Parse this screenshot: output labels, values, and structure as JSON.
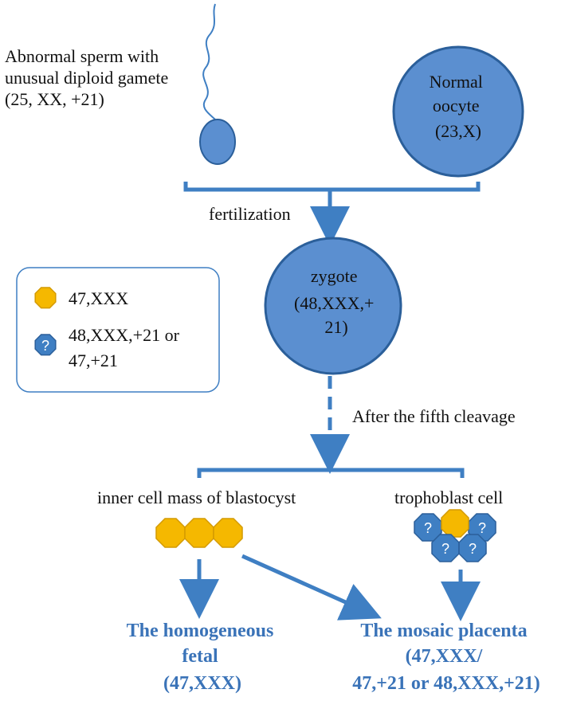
{
  "sperm": {
    "label_lines": [
      "Abnormal sperm  with",
      "unusual diploid gamete",
      "(25, XX, +21)"
    ]
  },
  "oocyte": {
    "label_lines": [
      "Normal",
      "oocyte",
      "(23,X)"
    ]
  },
  "fertilization_label": "fertilization",
  "zygote": {
    "label_lines": [
      "zygote",
      "(48,XXX,+",
      "21)"
    ]
  },
  "legend": {
    "items": [
      {
        "shape": "yellow-octagon",
        "label_lines": [
          "47,XXX"
        ]
      },
      {
        "shape": "blue-octagon-question",
        "label_lines": [
          "48,XXX,+21 or",
          "47,+21"
        ]
      }
    ]
  },
  "cleavage_label": "After the fifth  cleavage",
  "inner_cell_mass_label": "inner cell mass of blastocyst",
  "trophoblast_label": "trophoblast cell",
  "question_mark": "?",
  "fetal": {
    "label_lines": [
      "The homogeneous",
      "fetal",
      "(47,XXX)"
    ]
  },
  "placenta": {
    "label_lines": [
      "The mosaic placenta",
      "(47,XXX/",
      "47,+21 or 48,XXX,+21)"
    ]
  },
  "colors": {
    "blue": "#3f7fc3",
    "blue_dark": "#2b5f9a",
    "yellow": "#f5b800",
    "title_blue": "#3a73b8"
  }
}
